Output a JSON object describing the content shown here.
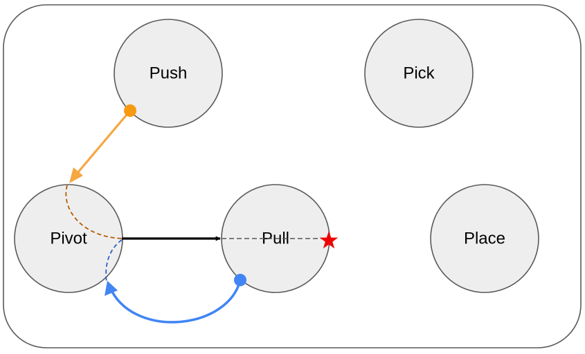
{
  "nodes": {
    "push": "Push",
    "pick": "Pick",
    "pivot": "Pivot",
    "pull": "Pull",
    "place": "Place"
  },
  "colors": {
    "node_fill": "#eeeeee",
    "node_stroke": "#595959",
    "container_stroke": "#595959",
    "orange_transition": "#f5a742",
    "orange_point": "#f79a12",
    "brown_dashed": "#b35c00",
    "blue_transition": "#4185f4",
    "black_transition": "#000000",
    "pull_dashed": "#555555",
    "goal_star": "#ee0000"
  },
  "icons": {
    "goal_marker": "red-star",
    "push_start": "orange-dot",
    "pull_start": "blue-dot"
  }
}
